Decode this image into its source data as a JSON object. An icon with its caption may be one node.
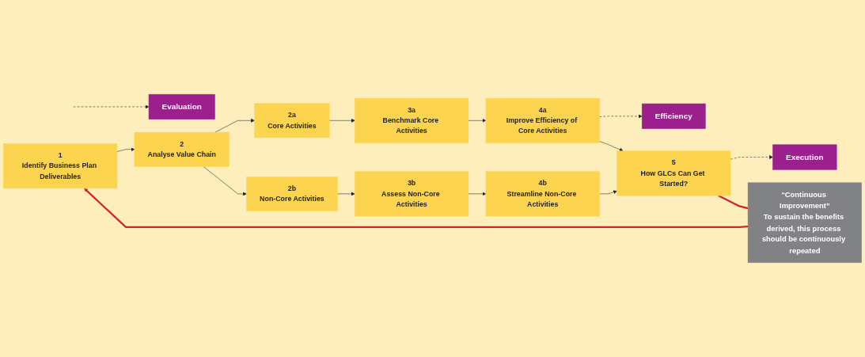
{
  "diagram": {
    "nodes": [
      {
        "text": [
          "Evaluation"
        ]
      },
      {
        "text": [
          "Efficiency"
        ]
      },
      {
        "text": [
          "Execution"
        ]
      },
      {
        "text": [
          "1",
          "Identify Business Plan Deliverables"
        ]
      },
      {
        "text": [
          "2",
          "Analyse Value Chain"
        ]
      },
      {
        "text": [
          "2a",
          "Core Activities"
        ]
      },
      {
        "text": [
          "3a",
          "Benchmark Core Activities"
        ]
      },
      {
        "text": [
          "4a",
          "Improve Efficiency of Core Activities"
        ]
      },
      {
        "text": [
          "2b",
          "Non-Core Activities"
        ]
      },
      {
        "text": [
          "3b",
          "Assess Non-Core Activities"
        ]
      },
      {
        "text": [
          "4b",
          "Streamline Non-Core Activities"
        ]
      },
      {
        "text": [
          "5",
          "How GLCs Can Get Started?"
        ]
      },
      {
        "text": [
          "“Continuous Improvement”",
          "To sustain the benefits derived, this process should be continuously repeated"
        ]
      }
    ],
    "edges": [
      {
        "from": 3,
        "to": 4,
        "arrow": "to"
      },
      {
        "from": 4,
        "to": 5,
        "arrow": "to"
      },
      {
        "from": 4,
        "to": 8,
        "arrow": "to"
      },
      {
        "from": 5,
        "to": 6,
        "arrow": "to"
      },
      {
        "from": 6,
        "to": 7,
        "arrow": "to"
      },
      {
        "from": 8,
        "to": 9,
        "arrow": "to"
      },
      {
        "from": 9,
        "to": 10,
        "arrow": "to"
      },
      {
        "from": 7,
        "to": 11,
        "arrow": "to"
      },
      {
        "from": 10,
        "to": 11,
        "arrow": "to"
      },
      {
        "from": null,
        "to": 0,
        "arrow": "to",
        "style": "dashed"
      },
      {
        "from": 7,
        "to": 1,
        "arrow": "to",
        "style": "dashed"
      },
      {
        "from": 11,
        "to": 2,
        "arrow": "to",
        "style": "dashed"
      },
      {
        "from": 11,
        "to": 12,
        "arrow": "none",
        "style": "thick",
        "color": "#d2232a"
      },
      {
        "from": 12,
        "to": 3,
        "arrow": "to",
        "style": "thick",
        "color": "#d2232a"
      }
    ]
  }
}
